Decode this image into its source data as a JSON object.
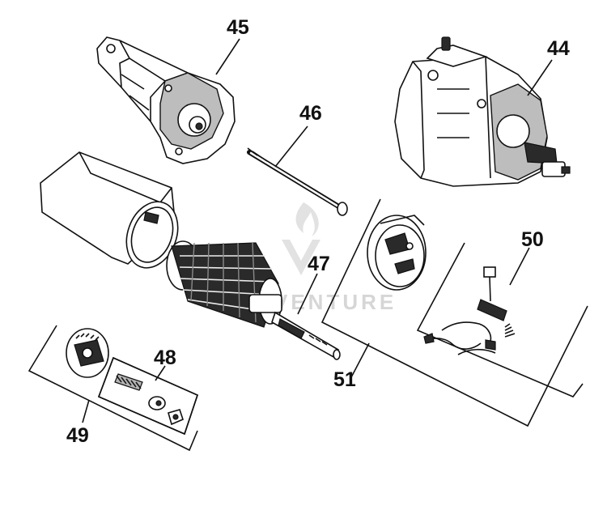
{
  "watermark": {
    "text": "VENTURE"
  },
  "callouts": {
    "c44": "44",
    "c45": "45",
    "c46": "46",
    "c47": "47",
    "c48": "48",
    "c49": "49",
    "c50": "50",
    "c51": "51"
  },
  "parts": [
    {
      "ref": "44",
      "icon": "starter-motor-assembly-icon"
    },
    {
      "ref": "45",
      "icon": "drive-end-bracket-icon"
    },
    {
      "ref": "46",
      "icon": "through-bolt-icon"
    },
    {
      "ref": "47",
      "icon": "armature-icon"
    },
    {
      "ref": "48",
      "icon": "drive-spring-kit-icon"
    },
    {
      "ref": "49",
      "icon": "pinion-drive-kit-icon"
    },
    {
      "ref": "50",
      "icon": "brush-kit-icon"
    },
    {
      "ref": "51",
      "icon": "commutator-end-cap-kit-icon"
    }
  ],
  "colors": {
    "ink": "#111111",
    "watermark": "#d6d6d6",
    "background": "#ffffff"
  }
}
